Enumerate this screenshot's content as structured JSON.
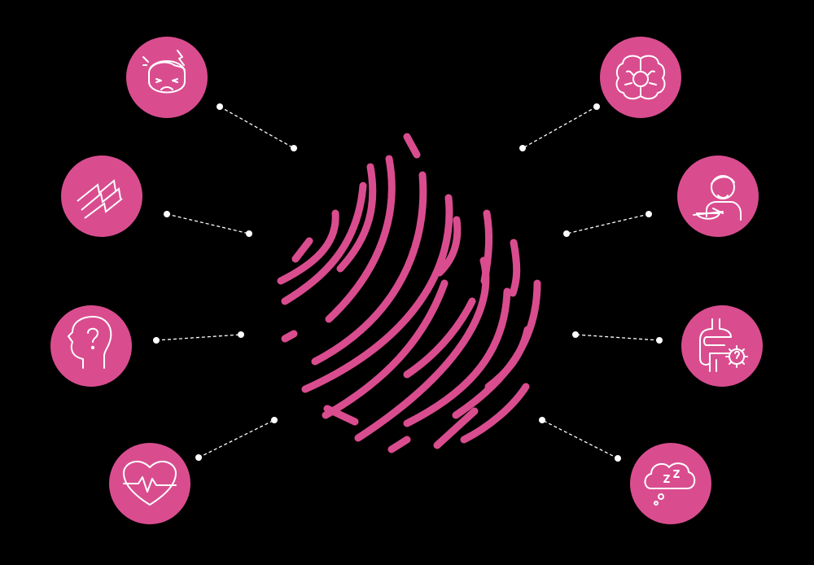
{
  "colors": {
    "background": "#000000",
    "accent": "#d94d8f",
    "icon_stroke": "#ffffff",
    "connector": "#ffffff"
  },
  "center": {
    "icon": "fingerprint-icon"
  },
  "nodes": [
    {
      "id": "headache",
      "icon": "headache-face-icon",
      "side": "left"
    },
    {
      "id": "tingling",
      "icon": "zigzag-nerve-icon",
      "side": "left"
    },
    {
      "id": "confusion",
      "icon": "question-head-icon",
      "side": "left"
    },
    {
      "id": "heart",
      "icon": "heartbeat-icon",
      "side": "left"
    },
    {
      "id": "brain",
      "icon": "brain-icon",
      "side": "right"
    },
    {
      "id": "eating",
      "icon": "child-eating-icon",
      "side": "right"
    },
    {
      "id": "digestion",
      "icon": "intestine-icon",
      "side": "right"
    },
    {
      "id": "sleep",
      "icon": "sleep-cloud-icon",
      "side": "right"
    }
  ]
}
